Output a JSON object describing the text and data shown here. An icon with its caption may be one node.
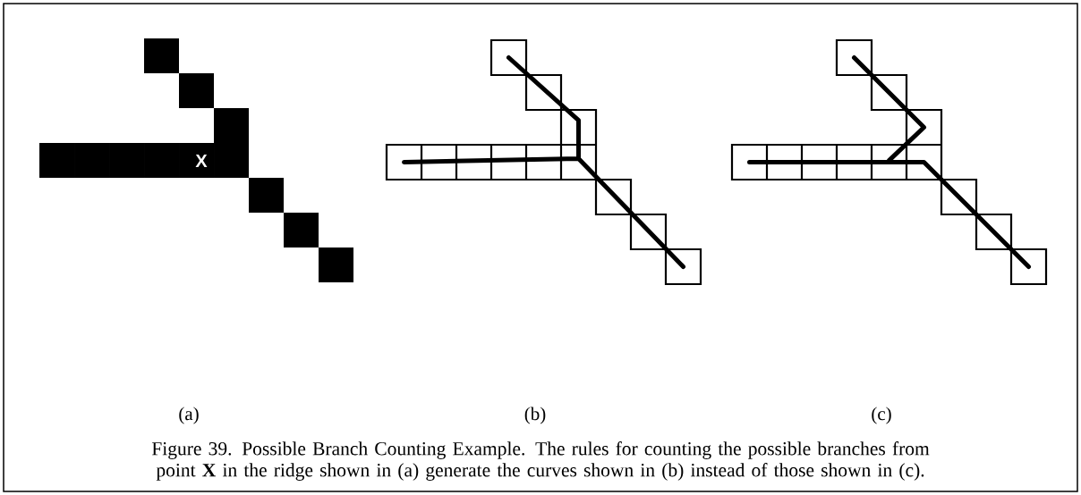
{
  "diagram": {
    "caption": "Figure 39.  Possible Branch Counting Example.  The rules for counting the possible branches from point **X** in the ridge shown in (a) generate the curves shown in (b) instead of those shown in (c).",
    "labels": [
      "X",
      "(a)",
      "(b)",
      "(c)"
    ]
  }
}
